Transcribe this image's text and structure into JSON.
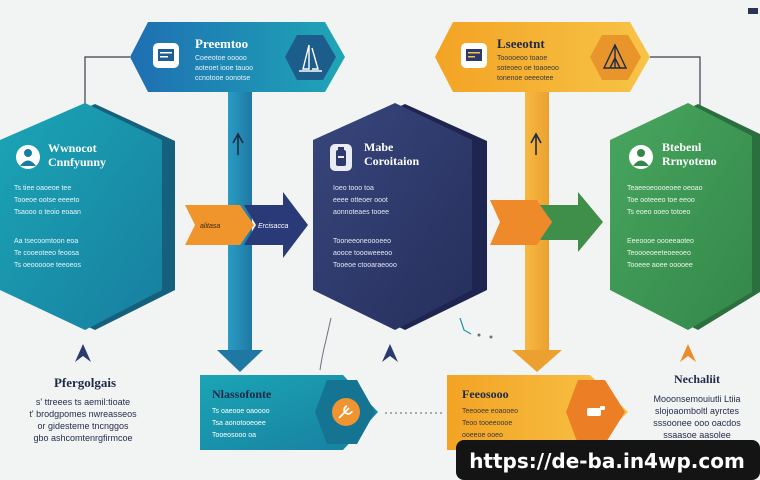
{
  "colors": {
    "background": "#f2f4f3",
    "teal": "#1a95ae",
    "blue": "#1e72b3",
    "navy": "#2e3a6e",
    "green": "#3f9a55",
    "orange": "#f0952c",
    "amber": "#f5b23e",
    "watermark_bg": "#141414"
  },
  "top_banners": [
    {
      "title": "Preemtoo",
      "lines": [
        "Coeeotoe ooooo",
        "aoteoet iooe tauoo",
        "ccnotooe oonotse"
      ],
      "icon": "document-icon",
      "badge_icon": "sailboat-icon"
    },
    {
      "title": "Lseeotnt",
      "lines": [
        "Tooooeoo toaoe",
        "soteoeo oe toaoeoo",
        "tonenoe oeeeotee"
      ],
      "icon": "card-icon",
      "badge_icon": "tent-icon"
    }
  ],
  "hexagons": [
    {
      "title_line1": "Wwnocot",
      "title_line2": "Cnnfyunny",
      "lines": [
        "Ts tiee oaoeoe tee",
        "Tooeoe ootse eeeeto",
        "Tsaooo o teoio eoaan",
        "Aa tsecoomtoon eoa",
        "Te cooeoteeo feoosa",
        "Ts oeoooooe teeoeos"
      ],
      "icon": "person-icon"
    },
    {
      "title_line1": "Mabe",
      "title_line2": "Coroitaion",
      "lines": [
        "Ioeo tooo  toa",
        "eeee otteoer ooot",
        "aonnoteaes tooee",
        "Tooneeoneoooeeo",
        "aooce toooweeeoo",
        "Tooeoe ctooaraeooo"
      ],
      "icon": "bottle-icon"
    },
    {
      "title_line1": "Btebenl",
      "title_line2": "Rrnyoteno",
      "lines": [
        "Teaeeoeoooeoee oeoao",
        "Toe ooteeeo toe eeoo",
        "Ts eoeo ooeo totoeo",
        "Eeeoooe oooeeaoteo",
        "Teoooeoeeteoeeoeo",
        "Tooeee aoee ooooee"
      ],
      "icon": "person-icon"
    }
  ],
  "arrows": {
    "left_orange_label": "alitasa",
    "left_navy_label": "Ercisacca"
  },
  "bottom_left": {
    "title": "Pfergolgais",
    "lines": [
      "s' ttreees ts aemil:tioate",
      "t' brodgpomes nwreasseos",
      "or gidesteme tncnggos",
      "gbo ashcomtenrgfirmcoe"
    ]
  },
  "bottom_panels": [
    {
      "title": "Nlassofonte",
      "lines": [
        "Ts oaeooe oaoooo",
        "Tsa aonotooeoee",
        "Tooeosooo oa"
      ],
      "icon": "tools-icon"
    },
    {
      "title": "Feeosooo",
      "lines": [
        "Teeooee eoaooeo",
        "Teoo tooeeoooe",
        "ooeeoe ooeo"
      ],
      "icon": "hand-icon"
    }
  ],
  "bottom_right": {
    "title": "Nechaliit",
    "lines": [
      "Mooonsemouiutli Ltiia",
      "slojoaomboltl ayrctes",
      "sssoonee ooo oacdos",
      "ssaasoe aasolee"
    ]
  },
  "watermark": "https://de-ba.in4wp.com"
}
